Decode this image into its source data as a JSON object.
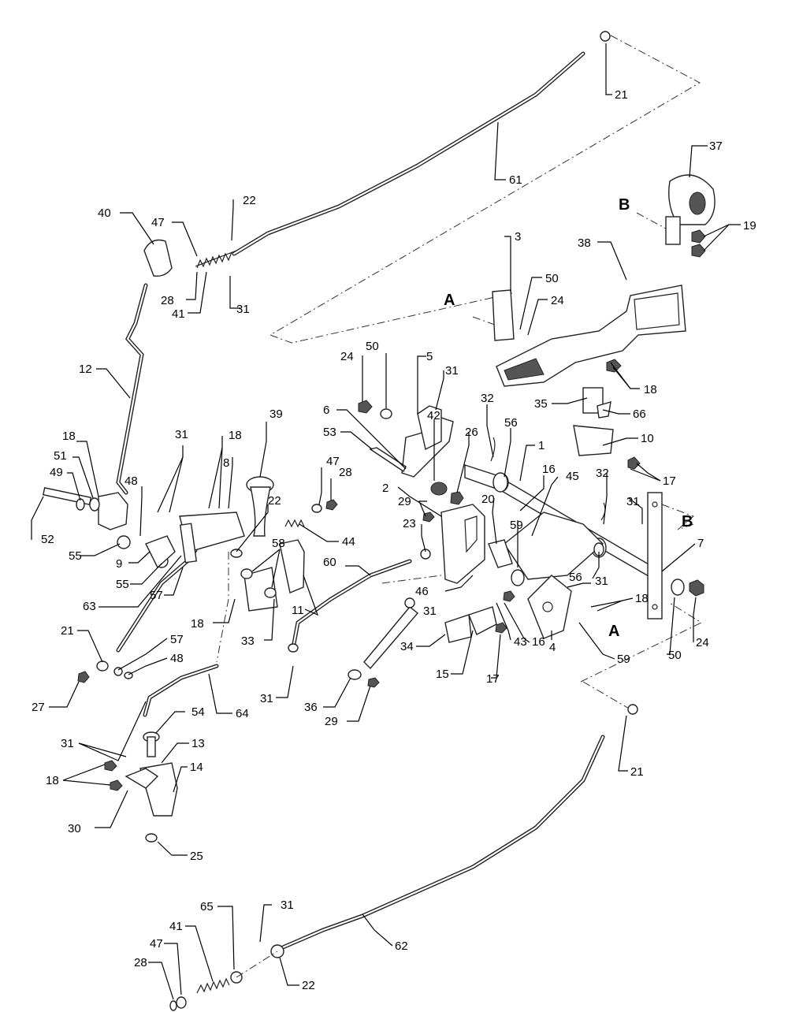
{
  "section_markers": [
    "A",
    "A",
    "B",
    "B"
  ],
  "callouts": [
    "21",
    "61",
    "37",
    "19",
    "22",
    "40",
    "47",
    "28",
    "41",
    "31",
    "3",
    "50",
    "24",
    "38",
    "18",
    "12",
    "5",
    "24",
    "50",
    "31",
    "6",
    "53",
    "42",
    "26",
    "32",
    "56",
    "1",
    "35",
    "66",
    "10",
    "17",
    "18",
    "51",
    "49",
    "52",
    "31",
    "18",
    "8",
    "39",
    "48",
    "55",
    "9",
    "55",
    "57",
    "22",
    "58",
    "47",
    "28",
    "44",
    "2",
    "29",
    "16",
    "45",
    "32",
    "31",
    "23",
    "20",
    "59",
    "63",
    "18",
    "33",
    "11",
    "60",
    "46",
    "31",
    "56",
    "7",
    "31",
    "18",
    "21",
    "57",
    "48",
    "27",
    "64",
    "34",
    "15",
    "43",
    "16",
    "4",
    "17",
    "59",
    "50",
    "24",
    "31",
    "36",
    "29",
    "54",
    "31",
    "13",
    "18",
    "14",
    "30",
    "25",
    "21",
    "65",
    "31",
    "41",
    "47",
    "28",
    "62",
    "22"
  ]
}
